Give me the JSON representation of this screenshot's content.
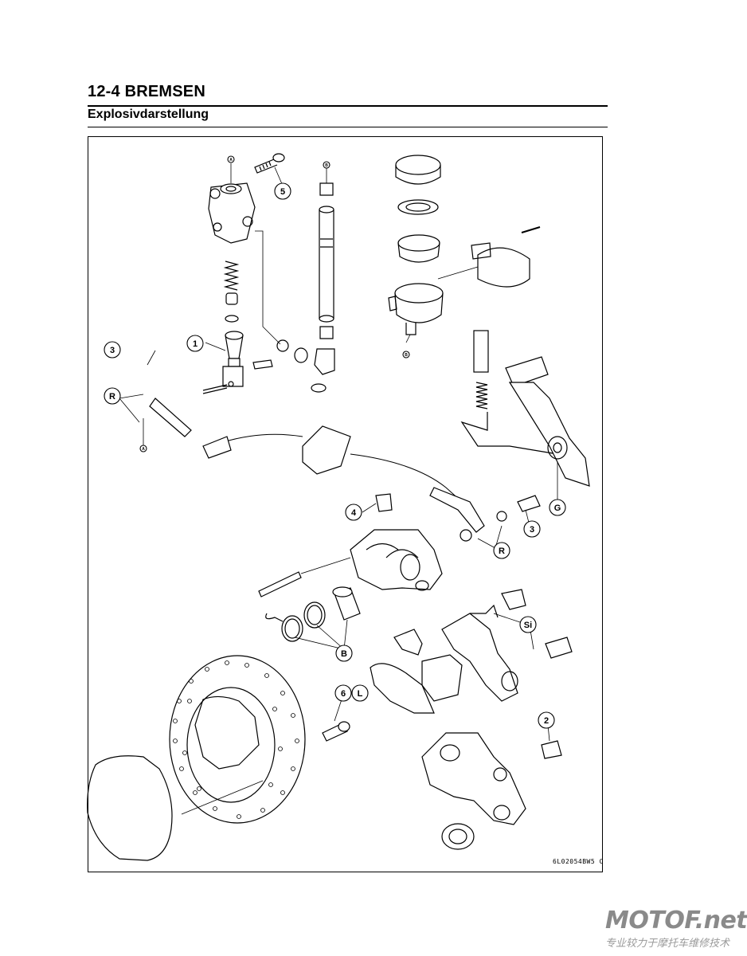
{
  "header": {
    "title": "12-4 BREMSEN",
    "section_title": "Explosivdarstellung"
  },
  "figure": {
    "callouts": [
      {
        "id": "A1",
        "label": "A"
      },
      {
        "id": "A2",
        "label": "A"
      },
      {
        "id": "B1",
        "label": "B"
      },
      {
        "id": "B2",
        "label": "B"
      },
      {
        "id": "1",
        "label": "1"
      },
      {
        "id": "2",
        "label": "2"
      },
      {
        "id": "3a",
        "label": "3"
      },
      {
        "id": "3b",
        "label": "3"
      },
      {
        "id": "4",
        "label": "4"
      },
      {
        "id": "5",
        "label": "5"
      },
      {
        "id": "6",
        "label": "6"
      },
      {
        "id": "L",
        "label": "L"
      },
      {
        "id": "Ra",
        "label": "R"
      },
      {
        "id": "Rb",
        "label": "R"
      },
      {
        "id": "G",
        "label": "G"
      },
      {
        "id": "Bbig",
        "label": "B"
      },
      {
        "id": "Si",
        "label": "Si"
      }
    ],
    "code": "6L02054BW5 C"
  },
  "watermark": {
    "logo": "MOTOF.net",
    "tagline": "专业较力于摩托车维修技术"
  }
}
